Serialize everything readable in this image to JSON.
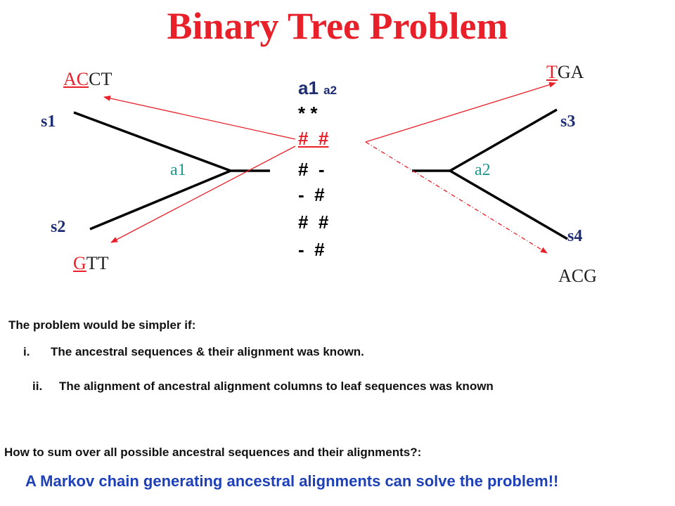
{
  "title": "Binary Tree Problem",
  "leaves": {
    "s1": {
      "label": "s1",
      "seq_highlight": "AC",
      "seq_rest": "CT"
    },
    "s2": {
      "label": "s2",
      "seq_highlight": "G",
      "seq_rest": "TT"
    },
    "s3": {
      "label": "s3",
      "seq_highlight": "T",
      "seq_rest": "GA"
    },
    "s4": {
      "label": "s4",
      "seq_highlight": "",
      "seq_rest": "ACG"
    }
  },
  "ancestors": {
    "a1": "a1",
    "a2": "a2"
  },
  "alignment": {
    "header_a1": "a1",
    "header_a2": "a2",
    "rows": [
      "* *",
      "#  #",
      "#  -",
      "-  #",
      "#  #",
      "-  #"
    ]
  },
  "notes": {
    "intro": "The problem would be simpler if:",
    "item1_marker": "i.",
    "item1": "The ancestral sequences & their alignment was known.",
    "item2_marker": "ii.",
    "item2": "The alignment of ancestral alignment columns to leaf sequences was known",
    "question": "How to sum over all possible ancestral sequences and their alignments?:",
    "conclusion": "A Markov chain generating ancestral alignments can solve the problem!!"
  },
  "colors": {
    "title": "#e8202a",
    "arrow": "#e8202a",
    "leaf_name": "#1e2d73",
    "ancestor_name": "#1f9a8f",
    "conclusion": "#1d3fb8"
  }
}
